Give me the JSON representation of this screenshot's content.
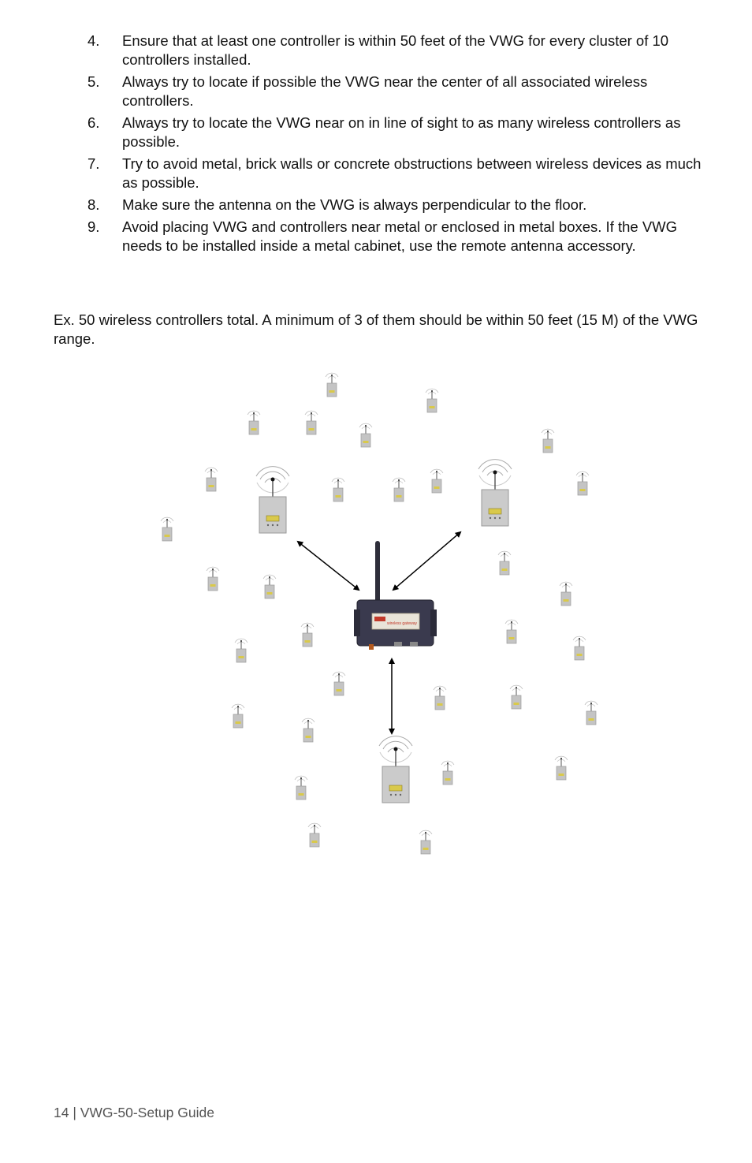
{
  "list": {
    "items": [
      {
        "number": "4.",
        "text": "Ensure that at least one controller is within 50 feet of the VWG for every cluster of 10 controllers installed."
      },
      {
        "number": "5.",
        "text": "Always try to locate if possible the VWG near the center of all associated wireless controllers."
      },
      {
        "number": "6.",
        "text": "Always try to locate the VWG near on in line of sight to as many wireless controllers as possible."
      },
      {
        "number": "7.",
        "text": "Try to avoid metal, brick walls or concrete obstructions between wireless devices as much as possible."
      },
      {
        "number": "8.",
        "text": "Make sure the antenna on the VWG is always perpendicular to the floor."
      },
      {
        "number": "9.",
        "text": "Avoid placing VWG and controllers near metal or enclosed in metal boxes. If the VWG needs to be installed inside a metal cabinet, use the remote antenna accessory."
      }
    ]
  },
  "example": {
    "text": "Ex. 50 wireless controllers total. A minimum of 3 of them should be within 50 feet (15 M) of the VWG range."
  },
  "diagram": {
    "colors": {
      "gateway_body": "#3a3a4e",
      "controller_body": "#c9c9c9",
      "controller_display": "#d6c94a",
      "arrow": "#000000"
    },
    "gateway_label": "wireless gateway"
  },
  "footer": {
    "text": "14 | VWG-50-Setup Guide"
  }
}
